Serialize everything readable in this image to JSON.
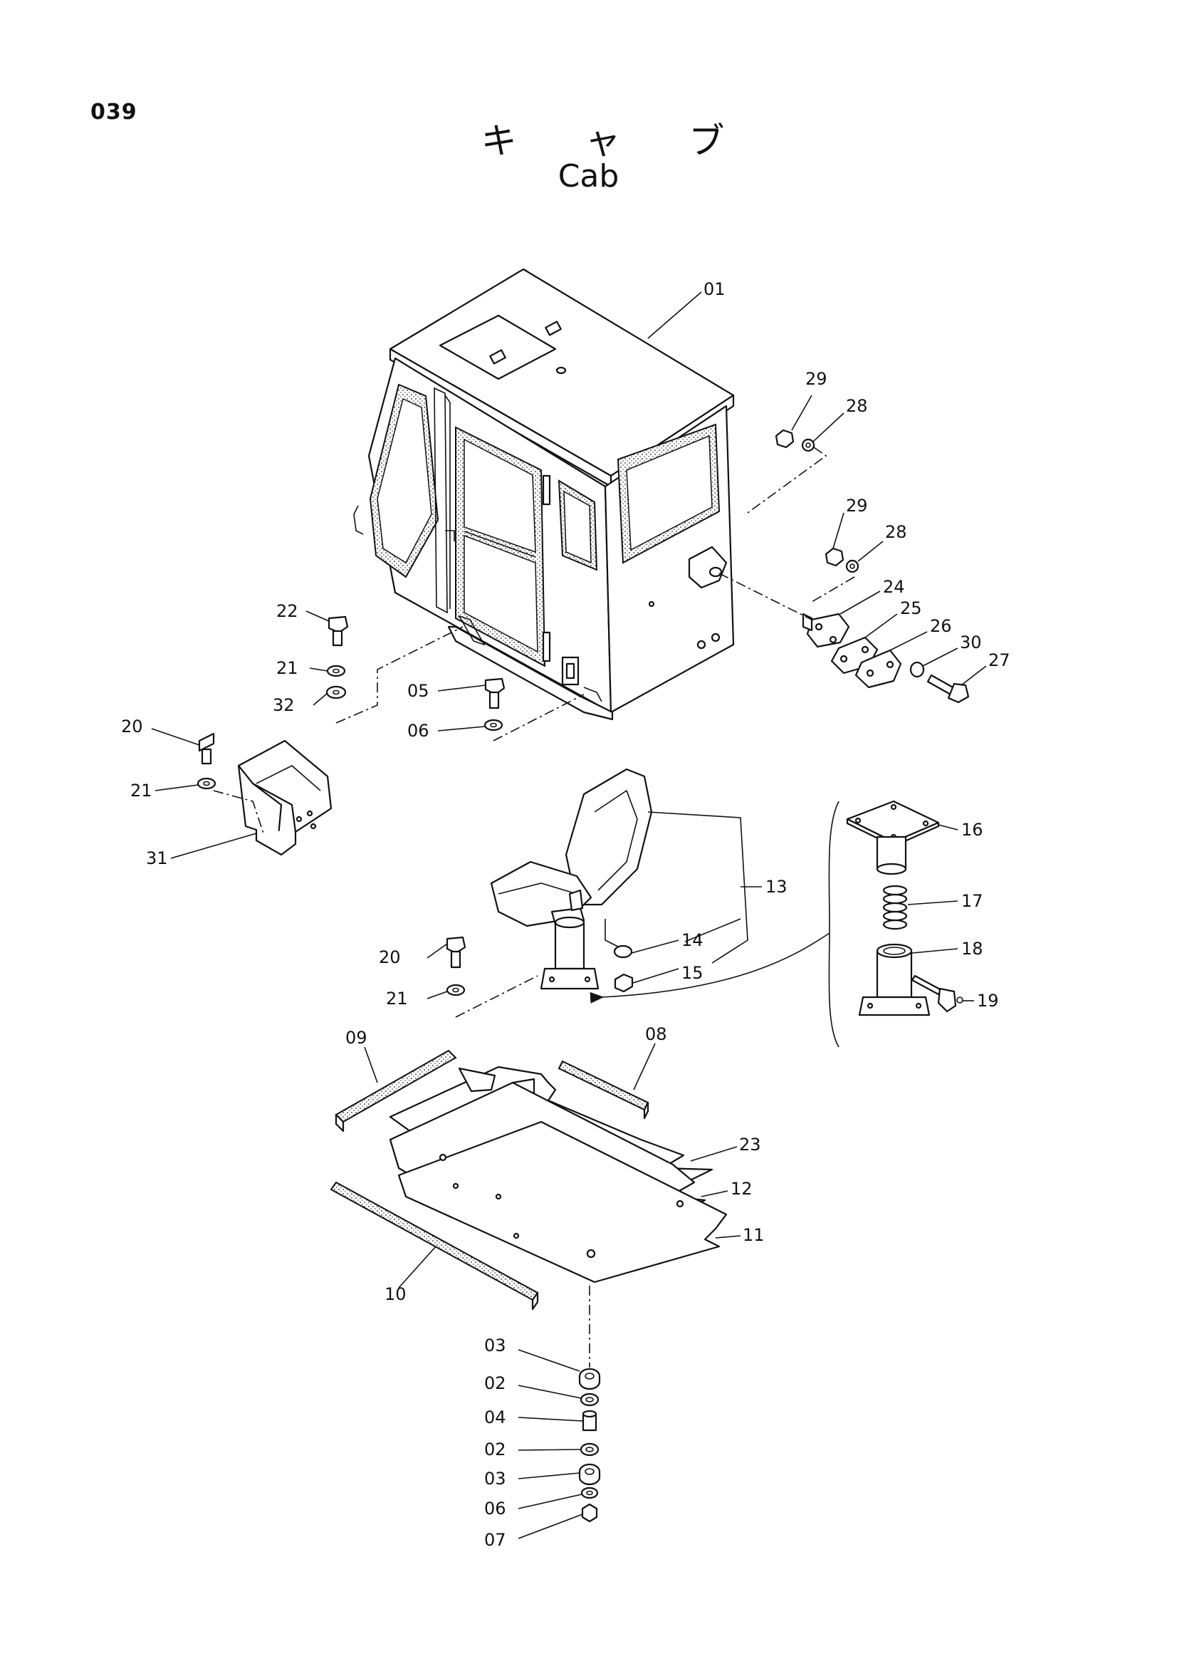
{
  "page_number": "039",
  "title_jp": "キ ャ ブ",
  "title_en": "Cab",
  "callouts": {
    "c01": "01",
    "c02a": "02",
    "c02b": "02",
    "c03a": "03",
    "c03b": "03",
    "c04": "04",
    "c05": "05",
    "c06a": "06",
    "c06b": "06",
    "c07": "07",
    "c08": "08",
    "c09": "09",
    "c10": "10",
    "c11": "11",
    "c12": "12",
    "c13": "13",
    "c14": "14",
    "c15": "15",
    "c16": "16",
    "c17": "17",
    "c18": "18",
    "c19": "19",
    "c20a": "20",
    "c20b": "20",
    "c21a": "21",
    "c21b": "21",
    "c21c": "21",
    "c22": "22",
    "c23": "23",
    "c24": "24",
    "c25": "25",
    "c26": "26",
    "c27": "27",
    "c28a": "28",
    "c28b": "28",
    "c29a": "29",
    "c29b": "29",
    "c30": "30",
    "c31": "31",
    "c32": "32"
  }
}
